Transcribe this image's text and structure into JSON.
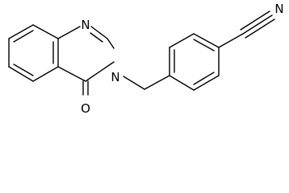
{
  "molecule": {
    "atoms": {
      "n1": "N",
      "n3": "N",
      "o4": "O",
      "n_nitrile": "N"
    }
  },
  "colors": {
    "bond": "#000000",
    "label": "#000000",
    "background": "#ffffff"
  }
}
